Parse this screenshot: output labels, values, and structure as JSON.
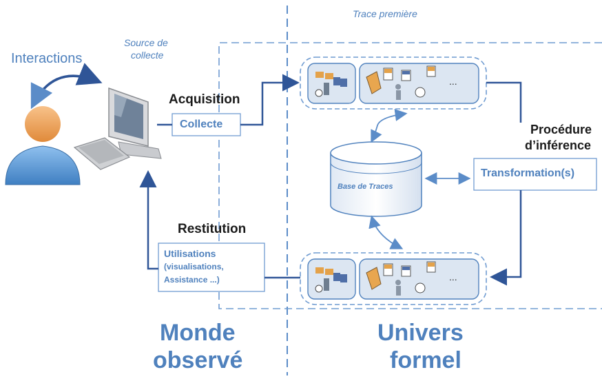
{
  "labels": {
    "interactions": "Interactions",
    "source_line1": "Source de",
    "source_line2": "collecte",
    "trace_premiere": "Trace première",
    "acquisition": "Acquisition",
    "collecte": "Collecte",
    "procedure_line1": "Procédure",
    "procedure_line2": "d’inférence",
    "transformations": "Transformation(s)",
    "base_de_traces": "Base de Traces",
    "restitution": "Restitution",
    "utilisations_line1": "Utilisations",
    "utilisations_line2": "(visualisations,",
    "utilisations_line3": "Assistance ...)",
    "ellipsis": "...",
    "monde_line1": "Monde",
    "monde_line2": "observé",
    "univers_line1": "Univers",
    "univers_line2": "formel"
  },
  "colors": {
    "accent": "#4f81bd",
    "arrow": "#2f5597",
    "panel_fill": "#dce6f2",
    "text_dark": "#1a1a1a"
  }
}
